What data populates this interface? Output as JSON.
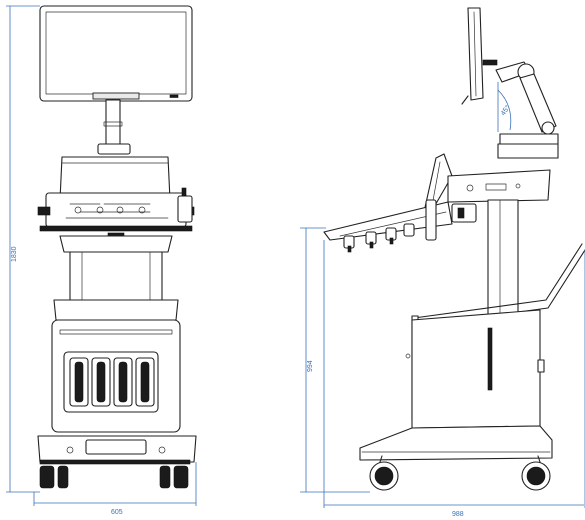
{
  "dimensions": {
    "total_height": "1830",
    "base_width": "605",
    "keyboard_height": "994",
    "depth": "988",
    "monitor_tilt_angle": "45°"
  },
  "colors": {
    "dimension_line": "#3a72b8",
    "outline": "#222222",
    "background": "#ffffff"
  }
}
